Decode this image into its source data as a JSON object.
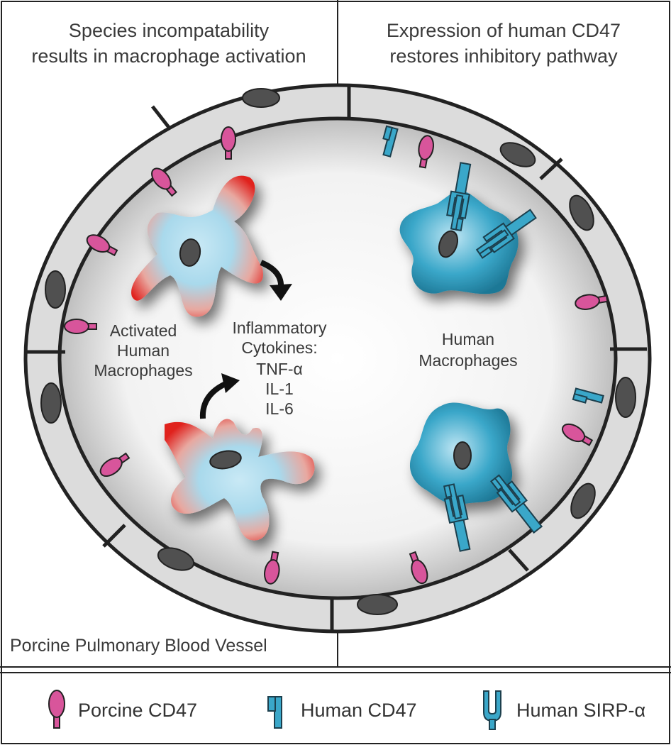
{
  "left_panel": {
    "title_line1": "Species incompatability",
    "title_line2": "results in macrophage activation",
    "activated_line1": "Activated",
    "activated_line2": "Human",
    "activated_line3": "Macrophages",
    "cytokines_line1": "Inflammatory",
    "cytokines_line2": "Cytokines:",
    "cytokine_1": "TNF-α",
    "cytokine_2": "IL-1",
    "cytokine_3": "IL-6",
    "vessel_label": "Porcine Pulmonary Blood Vessel"
  },
  "right_panel": {
    "title_line1": "Expression of human CD47",
    "title_line2": "restores inhibitory pathway",
    "macrophage_line1": "Human",
    "macrophage_line2": "Macrophages"
  },
  "legend": {
    "porcine_cd47": "Porcine CD47",
    "human_cd47": "Human CD47",
    "human_sirp": "Human SIRP-α"
  },
  "colors": {
    "porcine_cd47": "#d8559b",
    "human_cd47": "#3aa7c9",
    "activated_edge": "#e0211d",
    "macrophage_body": "#a9d9ec",
    "vessel_cell": "#dcdcdc"
  }
}
